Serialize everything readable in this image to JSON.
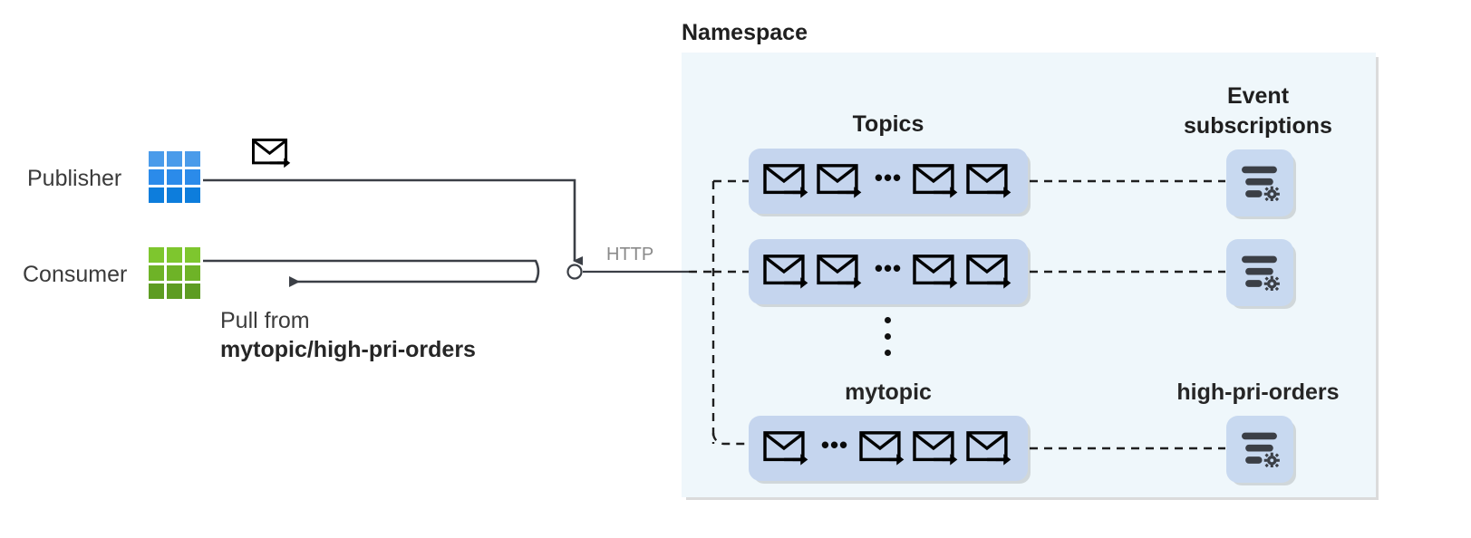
{
  "diagram": {
    "title_visible": false,
    "namespace": {
      "label": "Namespace",
      "background_color": "#eff7fb"
    },
    "actors": [
      {
        "id": "publisher",
        "label": "Publisher",
        "icon": "grid-icon-blue",
        "colors": [
          "#4a9bea",
          "#2b8bea",
          "#0d7ddc"
        ]
      },
      {
        "id": "consumer",
        "label": "Consumer",
        "icon": "grid-icon-green",
        "colors": [
          "#78c02a",
          "#6eb327",
          "#5d9c22"
        ]
      }
    ],
    "connectors": {
      "publish_arrow_icon": "envelope-arrow-icon",
      "pull_loop_caption_line1": "Pull from",
      "pull_loop_caption_line2": "mytopic/high-pri-orders",
      "protocol_label": "HTTP"
    },
    "columns": {
      "topics_heading": "Topics",
      "subscriptions_heading_line1": "Event",
      "subscriptions_heading_line2": "Event subscriptions",
      "topic_name_label": "mytopic",
      "subscription_name_label": "high-pri-orders"
    },
    "ellipsis": {
      "horizontal": "•••",
      "vertical_dot_count": 3
    },
    "topic_rows": [
      {
        "id": "topic-row-1",
        "envelopes_before": 2,
        "ellipsis": true,
        "envelopes_after": 2,
        "subscription": "event-subscription-icon"
      },
      {
        "id": "topic-row-2",
        "envelopes_before": 2,
        "ellipsis": true,
        "envelopes_after": 2,
        "subscription": "event-subscription-icon"
      },
      {
        "id": "topic-row-3",
        "envelopes_before": 1,
        "ellipsis": true,
        "envelopes_after": 3,
        "subscription": "event-subscription-icon"
      }
    ],
    "colors": {
      "namespace_bg": "#eff7fb",
      "topic_box_bg": "#c5d5ee",
      "subscription_tile_bg": "#c8d9f0",
      "line": "#3b3f46",
      "dashed_line": "#2b2b2b",
      "text": "#2b2b2b",
      "muted_text": "#8a8a8a",
      "publisher_blue": "#2b8bea",
      "consumer_green": "#6eb327"
    }
  }
}
